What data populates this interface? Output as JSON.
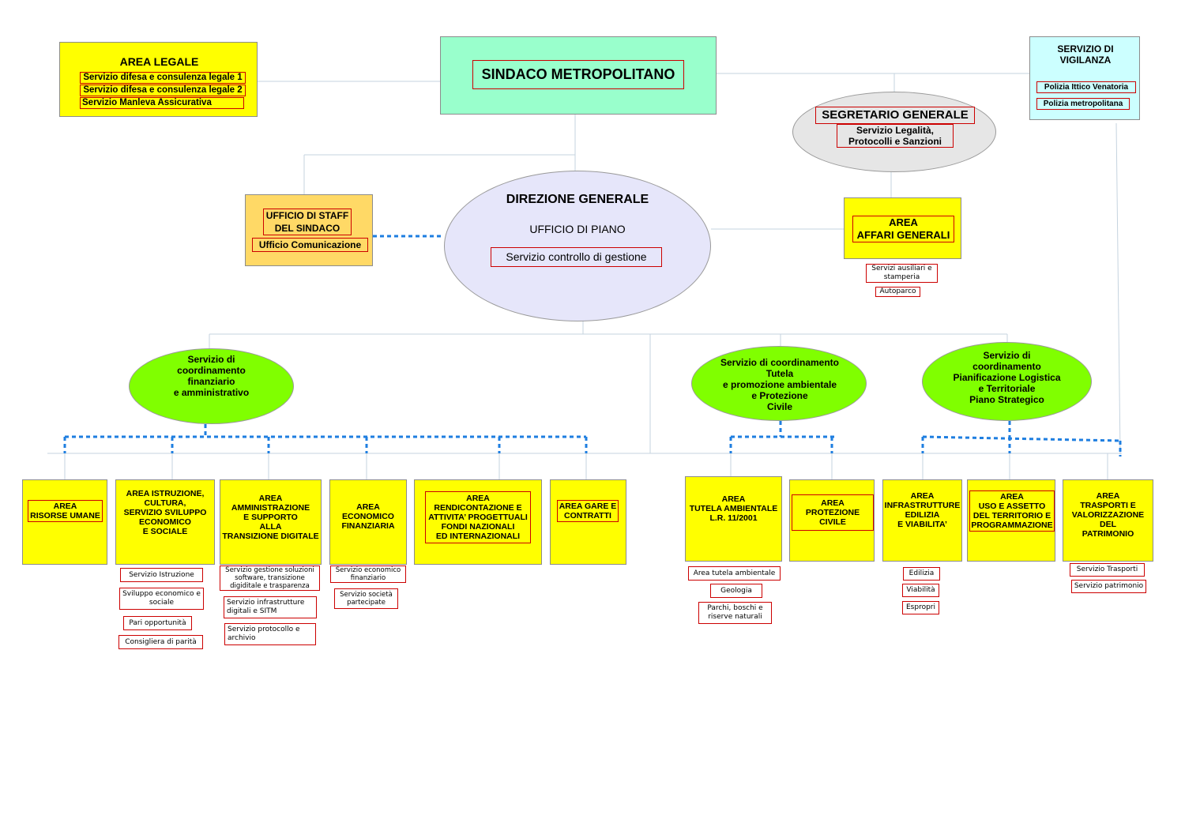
{
  "colors": {
    "yellow": "#ffff00",
    "mint": "#99ffcc",
    "cyan": "#ccffff",
    "staff": "#ffd966",
    "lavender": "#e6e6fa",
    "grey": "#e6e6e6",
    "green": "#80ff00",
    "connector": "#c5d3df",
    "dotted": "#1e7ee0",
    "outline_red": "#cc0000"
  },
  "sindaco": {
    "title": "SINDACO METROPOLITANO"
  },
  "area_legale": {
    "title": "AREA LEGALE",
    "items": [
      "Servizio difesa e consulenza legale 1",
      "Servizio difesa e consulenza legale 2",
      "Servizio Manleva Assicurativa"
    ]
  },
  "vigilanza": {
    "title_l1": "SERVIZIO DI",
    "title_l2": "VIGILANZA",
    "items": [
      "Polizia Ittico Venatoria",
      "Polizia metropolitana"
    ]
  },
  "segretario": {
    "title": "SEGRETARIO GENERALE",
    "sub_l1": "Servizio Legalità,",
    "sub_l2": "Protocolli e Sanzioni"
  },
  "direzione": {
    "title": "DIREZIONE GENERALE",
    "sub": "UFFICIO DI PIANO",
    "service": "Servizio controllo di gestione"
  },
  "staff": {
    "l1": "UFFICIO DI STAFF",
    "l2": "DEL SINDACO",
    "l3": "Ufficio Comunicazione"
  },
  "affari": {
    "l1": "AREA",
    "l2": "AFFARI GENERALI",
    "items": [
      "Servizi ausiliari e stamperia",
      "Autoparco"
    ]
  },
  "coordinamenti": [
    {
      "lines": [
        "Servizio di",
        "coordinamento",
        "finanziario",
        "e amministrativo"
      ]
    },
    {
      "lines": [
        "Servizio di coordinamento",
        "Tutela",
        "e promozione ambientale",
        "e Protezione",
        "Civile"
      ]
    },
    {
      "lines": [
        "Servizio di",
        "coordinamento",
        "Pianificazione Logistica",
        "e Territoriale",
        "Piano Strategico"
      ]
    }
  ],
  "areas": [
    {
      "lines": [
        "AREA",
        "RISORSE UMANE"
      ],
      "services": []
    },
    {
      "lines": [
        "AREA ISTRUZIONE,",
        "CULTURA,",
        "SERVIZIO SVILUPPO",
        "ECONOMICO",
        "E SOCIALE"
      ],
      "services": [
        "Servizio Istruzione",
        "Sviluppo economico e sociale",
        "Pari opportunità",
        "Consigliera di parità"
      ]
    },
    {
      "lines": [
        "AREA",
        "AMMINISTRAZIONE",
        "E SUPPORTO",
        "ALLA",
        "TRANSIZIONE DIGITALE"
      ],
      "services": [
        "Servizio gestione soluzioni software, transizione digiditale e trasparenza",
        "Servizio infrastrutture digitali e SITM",
        "Servizio protocollo e archivio"
      ]
    },
    {
      "lines": [
        "AREA",
        "ECONOMICO",
        "FINANZIARIA"
      ],
      "services": [
        "Servizio economico finanziario",
        "Servizio società partecipate"
      ]
    },
    {
      "lines": [
        "AREA",
        "RENDICONTAZIONE E",
        "ATTIVITA’ PROGETTUALI",
        "FONDI NAZIONALI",
        "ED INTERNAZIONALI"
      ],
      "services": []
    },
    {
      "lines": [
        "AREA GARE E",
        "CONTRATTI"
      ],
      "services": []
    },
    {
      "lines": [
        "AREA",
        "TUTELA AMBIENTALE",
        "L.R. 11/2001"
      ],
      "services": [
        "Area tutela ambientale",
        "Geologia",
        "Parchi, boschi e riserve naturali"
      ]
    },
    {
      "lines": [
        "AREA",
        "PROTEZIONE CIVILE"
      ],
      "services": []
    },
    {
      "lines": [
        "AREA",
        "INFRASTRUTTURE",
        "EDILIZIA",
        "E VIABILITA’"
      ],
      "services": [
        "Edilizia",
        "Viabilità",
        "Espropri"
      ]
    },
    {
      "lines": [
        "AREA",
        "USO E ASSETTO",
        "DEL TERRITORIO E",
        "PROGRAMMAZIONE"
      ],
      "services": []
    },
    {
      "lines": [
        "AREA",
        "TRASPORTI E",
        "VALORIZZAZIONE",
        "DEL",
        "PATRIMONIO"
      ],
      "services": [
        "Servizio Trasporti",
        "Servizio patrimonio"
      ]
    }
  ]
}
